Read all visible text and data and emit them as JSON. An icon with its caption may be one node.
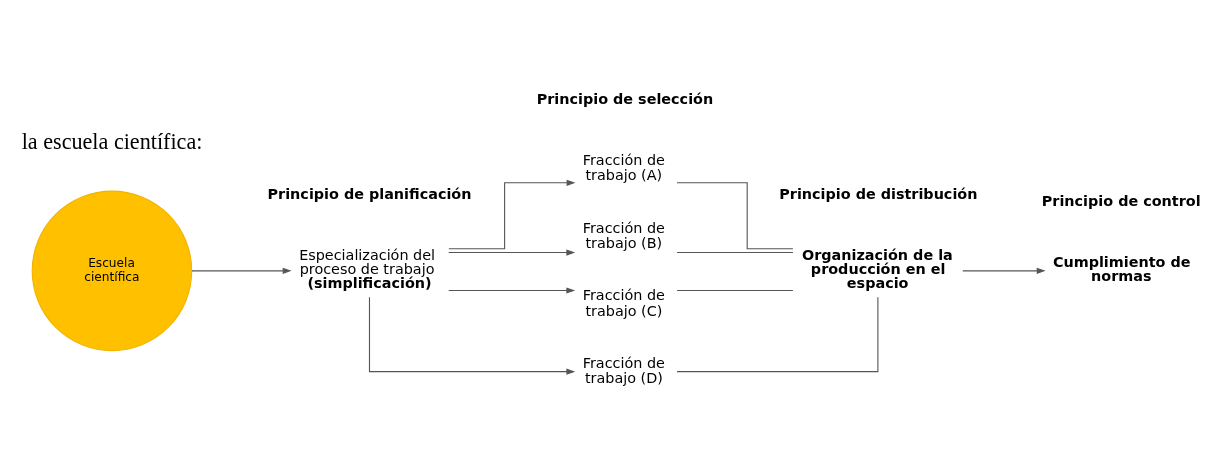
{
  "diagram": {
    "nodes": [
      {
        "text": [
          "Escuela científica"
        ]
      },
      {
        "text": [
          "Especialización del proceso de trabajo **(simplificación)**"
        ]
      },
      {
        "text": [
          "Fracción de trabajo (A)"
        ]
      },
      {
        "text": [
          "Fracción de trabajo (B)"
        ]
      },
      {
        "text": [
          "Fracción de trabajo (C)"
        ]
      },
      {
        "text": [
          "Fracción de trabajo (D)"
        ]
      },
      {
        "text": [
          "Organización de la producción en el espacio"
        ]
      },
      {
        "text": [
          "Cumplimiento de normas"
        ]
      }
    ],
    "edges": [
      {
        "from": 0,
        "to": 1,
        "arrow": "to"
      },
      {
        "from": 1,
        "to": 2,
        "arrow": "to"
      },
      {
        "from": 1,
        "to": 3,
        "arrow": "to"
      },
      {
        "from": 1,
        "to": 4,
        "arrow": "to"
      },
      {
        "from": 1,
        "to": 5,
        "arrow": "to"
      },
      {
        "from": 2,
        "to": 6,
        "arrow": "none"
      },
      {
        "from": 3,
        "to": 6,
        "arrow": "none"
      },
      {
        "from": 4,
        "to": 6,
        "arrow": "none"
      },
      {
        "from": 5,
        "to": 6,
        "arrow": "none"
      },
      {
        "from": 6,
        "to": 7,
        "arrow": "to"
      }
    ],
    "labels": [
      "la escuela científica:",
      "Principio de planificación",
      "Principio de selección",
      "Principio de distribución",
      "Principio de control"
    ]
  }
}
